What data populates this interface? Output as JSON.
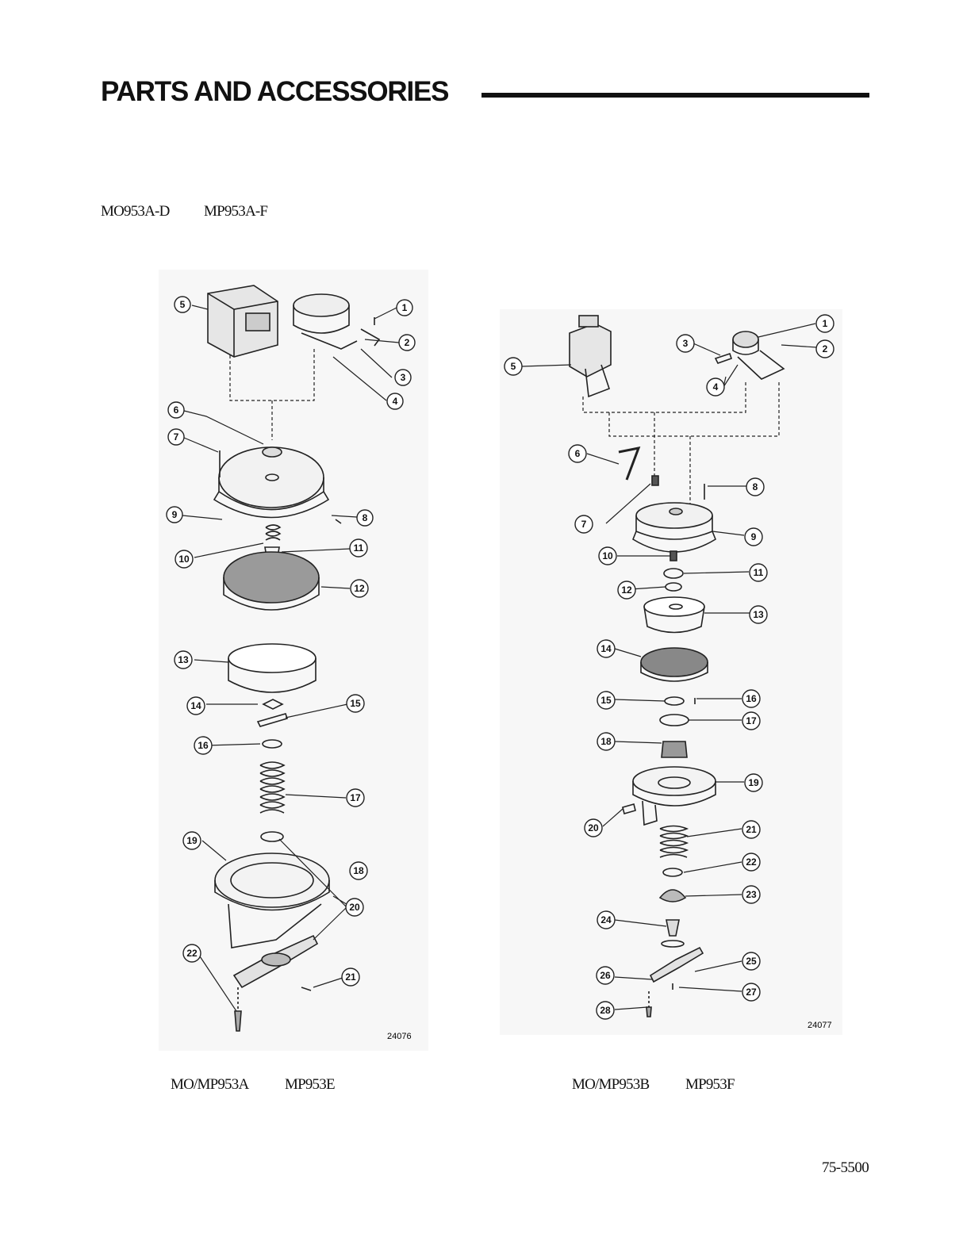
{
  "header": {
    "title": "PARTS AND ACCESSORIES"
  },
  "models": {
    "left": "MO953A-D",
    "right": "MP953A-F"
  },
  "figure_left": {
    "drawing_number": "24076",
    "caption_a": "MO/MP953A",
    "caption_b": "MP953E",
    "callouts": [
      "1",
      "2",
      "3",
      "4",
      "5",
      "6",
      "7",
      "8",
      "9",
      "10",
      "11",
      "12",
      "13",
      "14",
      "15",
      "16",
      "17",
      "18",
      "19",
      "20",
      "21",
      "22"
    ]
  },
  "figure_right": {
    "drawing_number": "24077",
    "caption_a": "MO/MP953B",
    "caption_b": "MP953F",
    "callouts": [
      "1",
      "2",
      "3",
      "4",
      "5",
      "6",
      "7",
      "8",
      "9",
      "10",
      "11",
      "12",
      "13",
      "14",
      "15",
      "16",
      "17",
      "18",
      "19",
      "20",
      "21",
      "22",
      "23",
      "24",
      "25",
      "26",
      "27",
      "28"
    ]
  },
  "footer": {
    "doc_number": "75-5500"
  }
}
